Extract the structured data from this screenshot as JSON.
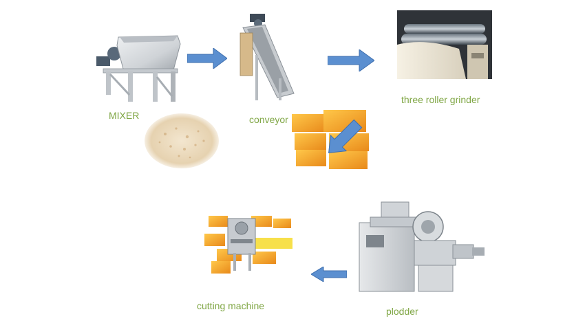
{
  "colors": {
    "label": "#7fa644",
    "arrow": "#5b8fd0",
    "soap": "#f4a623",
    "machine": "#d9dcdf"
  },
  "stages": {
    "mixer": {
      "label": "MIXER",
      "icon": "mixer-machine"
    },
    "conveyor": {
      "label": "conveyor",
      "icon": "belt-conveyor"
    },
    "grinder": {
      "label": "three roller grinder",
      "icon": "three-roller-mill"
    },
    "plodder": {
      "label": "plodder",
      "icon": "soap-plodder-machine"
    },
    "cutter": {
      "label": "cutting machine",
      "icon": "soap-cutting-machine"
    }
  },
  "materials": {
    "noodles": {
      "icon": "soap-noodles"
    },
    "soap_bars": {
      "icon": "soap-bars"
    }
  }
}
